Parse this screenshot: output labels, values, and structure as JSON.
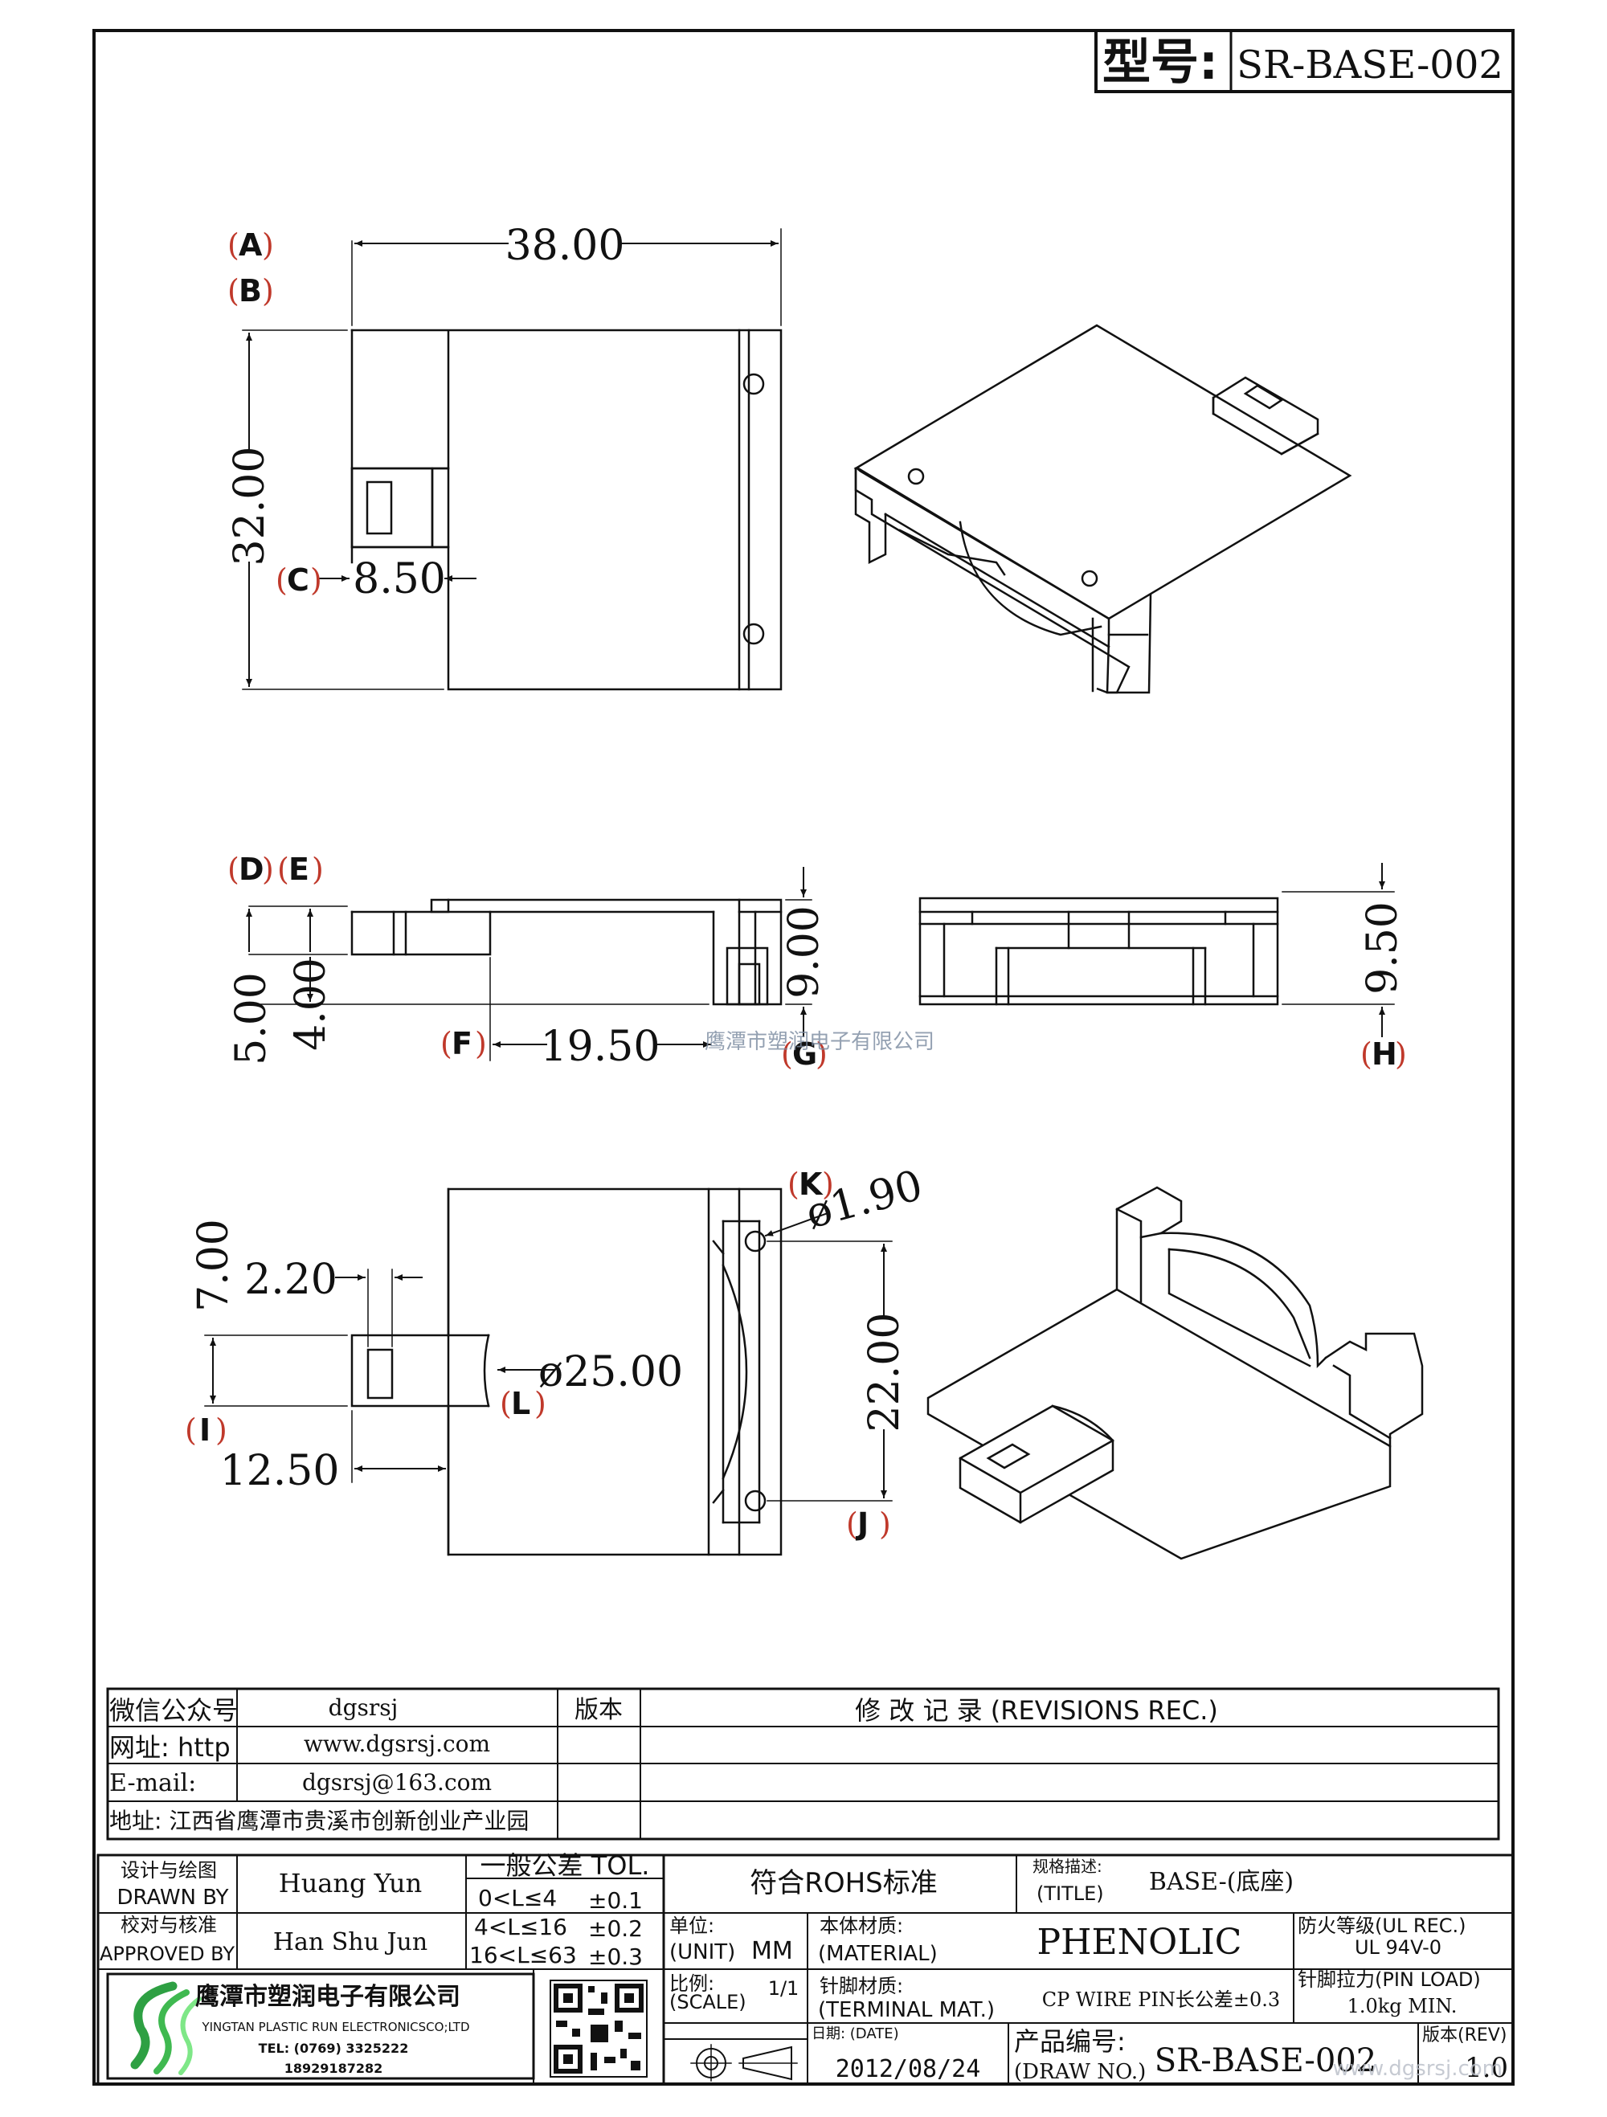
{
  "header": {
    "model_label": "型号:",
    "model_value": "SR-BASE-002"
  },
  "dimensions": {
    "width": "38.00",
    "height": "32.00",
    "tab_width": "8.50",
    "d5": "5.00",
    "d4": "4.00",
    "d1950": "19.50",
    "d9": "9.00",
    "d95": "9.50",
    "hole": "ø1.90",
    "arc": "ø25.00",
    "d22": "22.00",
    "d7": "7.00",
    "d220": "2.20",
    "d1250": "12.50"
  },
  "callouts": {
    "A": "A",
    "B": "B",
    "C": "C",
    "D": "D",
    "E": "E",
    "F": "F",
    "G": "G",
    "H": "H",
    "I": "I",
    "J": "J",
    "K": "K",
    "L": "L"
  },
  "watermark": "鹰潭市塑润电子有限公司",
  "contact": {
    "wechat_label": "微信公众号",
    "wechat_value": "dgsrsj",
    "web_label": "网址: http",
    "web_value": "www.dgsrsj.com",
    "email_label": "E-mail:",
    "email_value": "dgsrsj@163.com",
    "address": "地址: 江西省鹰潭市贵溪市创新创业产业园"
  },
  "revisions": {
    "version_label": "版本",
    "title": "修 改 记 录  (REVISIONS REC.)"
  },
  "title_block": {
    "drawn_cn": "设计与绘图",
    "drawn_en": "DRAWN BY",
    "drawn_name": "Huang  Yun",
    "approved_cn": "校对与核准",
    "approved_en": "APPROVED BY",
    "approved_name": "Han Shu Jun",
    "tol_title": "一般公差 TOL.",
    "tol_rows": [
      {
        "range": "0<L≤4",
        "value": "±0.1"
      },
      {
        "range": "4<L≤16",
        "value": "±0.2"
      },
      {
        "range": "16<L≤63",
        "value": "±0.3"
      }
    ],
    "rohs": "符合ROHS标准",
    "spec_cn": "规格描述:",
    "spec_en": "(TITLE)",
    "spec_value": "BASE-(底座)",
    "unit_cn": "单位:",
    "unit_en": "(UNIT)",
    "unit_value": "MM",
    "material_cn": "本体材质:",
    "material_en": "(MATERIAL)",
    "material_value": "PHENOLIC",
    "fire_cn": "防火等级(UL REC.)",
    "fire_value": "UL 94V-0",
    "company_cn": "鹰潭市塑润电子有限公司",
    "company_en": "YINGTAN PLASTIC RUN ELECTRONICSCO;LTD",
    "tel": "TEL: (0769) 3325222",
    "mobile": "18929187282",
    "scale_cn": "比例:",
    "scale_en": "(SCALE)",
    "scale_value": "1/1",
    "terminal_cn": "针脚材质:",
    "terminal_en": "(TERMINAL MAT.)",
    "terminal_value": "CP WIRE  PIN长公差±0.3",
    "pinload_cn": "针脚拉力(PIN LOAD)",
    "pinload_value": "1.0kg MIN.",
    "date_label": "日期: (DATE)",
    "date_value": "2012/08/24",
    "drawno_cn": "产品编号:",
    "drawno_en": "(DRAW NO.)",
    "drawno_value": "SR-BASE-002",
    "rev_label": "版本(REV)",
    "rev_value": "1.0",
    "site": "www.dgsrsj.com"
  }
}
